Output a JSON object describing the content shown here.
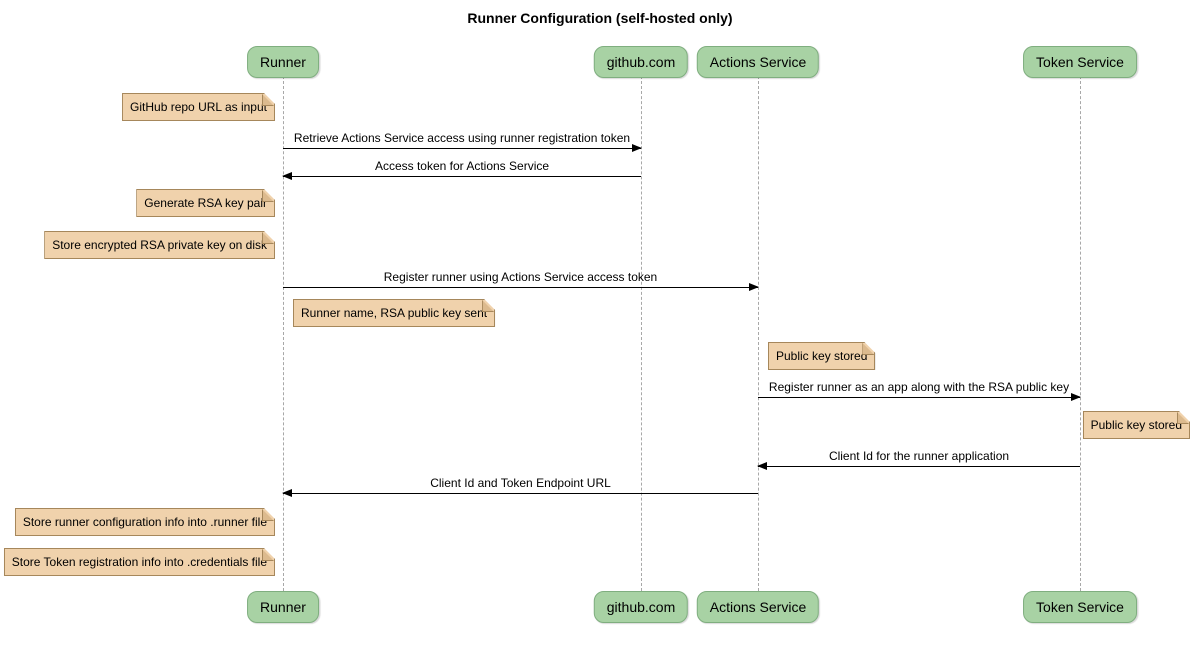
{
  "title": "Runner Configuration (self-hosted only)",
  "participants": [
    {
      "id": "runner",
      "label": "Runner"
    },
    {
      "id": "github",
      "label": "github.com"
    },
    {
      "id": "actions",
      "label": "Actions Service"
    },
    {
      "id": "token",
      "label": "Token Service"
    }
  ],
  "messages": [
    {
      "label": "Retrieve Actions Service access using runner registration token",
      "from": "Runner",
      "to": "github.com"
    },
    {
      "label": "Access token for Actions Service",
      "from": "github.com",
      "to": "Runner"
    },
    {
      "label": "Register runner using Actions Service access token",
      "from": "Runner",
      "to": "Actions Service"
    },
    {
      "label": "Register runner as an app along with the RSA public key",
      "from": "Actions Service",
      "to": "Token Service"
    },
    {
      "label": "Client Id for the runner application",
      "from": "Token Service",
      "to": "Actions Service"
    },
    {
      "label": "Client Id and Token Endpoint URL",
      "from": "Actions Service",
      "to": "Runner"
    }
  ],
  "notes": [
    {
      "text": "GitHub repo URL as input",
      "anchor": "left of Runner"
    },
    {
      "text": "Generate RSA key pair",
      "anchor": "left of Runner"
    },
    {
      "text": "Store encrypted RSA private key on disk",
      "anchor": "left of Runner"
    },
    {
      "text": "Runner name, RSA public key sent",
      "anchor": "right of Runner"
    },
    {
      "text": "Public key stored",
      "anchor": "right of Actions Service"
    },
    {
      "text": "Public key stored",
      "anchor": "right of Token Service"
    },
    {
      "text": "Store runner configuration info into .runner file",
      "anchor": "left of Runner"
    },
    {
      "text": "Store Token registration info into .credentials file",
      "anchor": "left of Runner"
    }
  ],
  "colors": {
    "participant_fill": "#a8d2a4",
    "participant_border": "#7fae7f",
    "note_fill": "#f0d2ac",
    "note_border": "#a6875b",
    "note_fold": "#dcba8e",
    "lifeline": "#a8a8a8",
    "arrow": "#000000",
    "background": "#ffffff"
  }
}
